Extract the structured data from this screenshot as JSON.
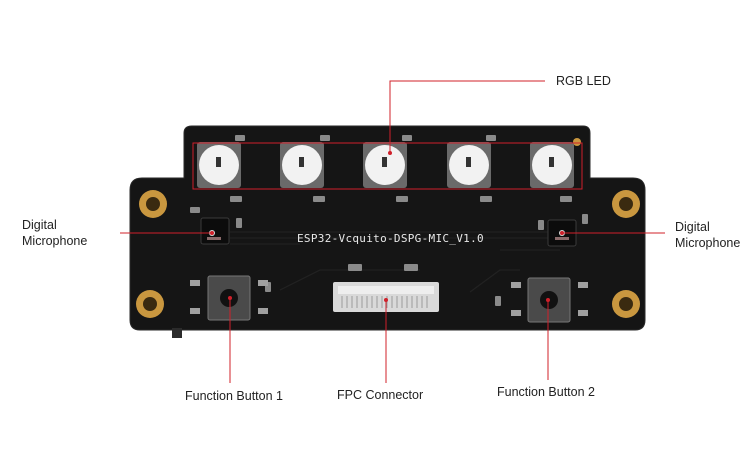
{
  "board_silkscreen": "ESP32-Vcquito-DSPG-MIC_V1.0",
  "callouts": {
    "rgb_led": "RGB LED",
    "mic_left_line1": "Digital",
    "mic_left_line2": "Microphone",
    "mic_right_line1": "Digital",
    "mic_right_line2": "Microphone",
    "button1": "Function Button 1",
    "fpc": "FPC Connector",
    "button2": "Function Button 2"
  },
  "colors": {
    "pcb": "#151515",
    "callout_line": "#d0202a",
    "pad_gold": "#c9973f",
    "background": "#ffffff"
  }
}
